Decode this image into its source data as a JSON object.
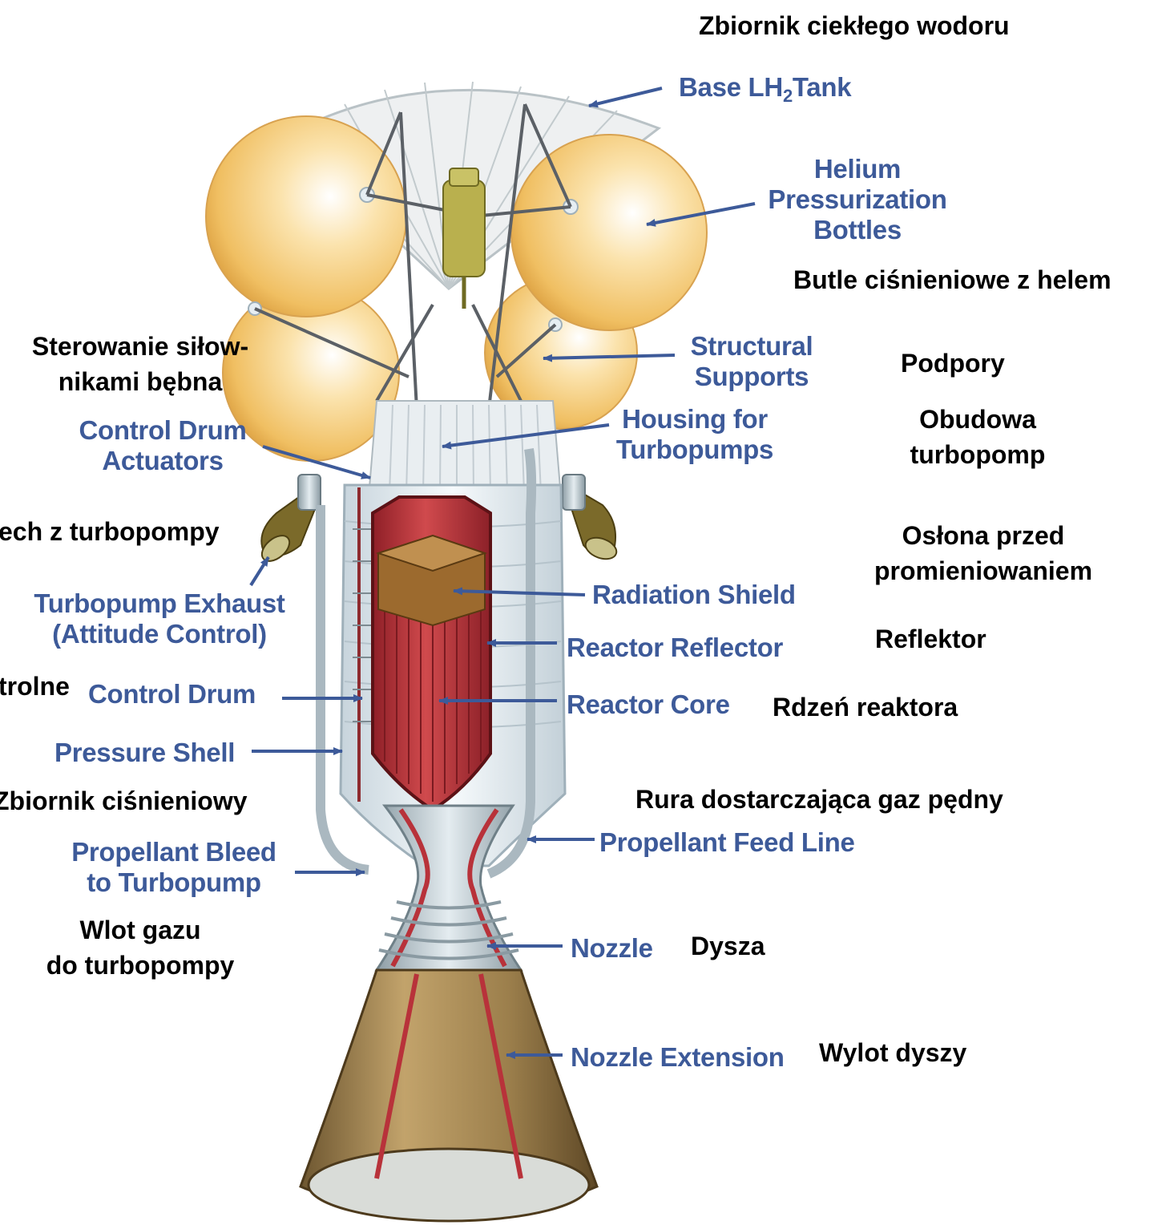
{
  "diagram": {
    "english_labels": {
      "base_tank_prefix": "Base LH",
      "base_tank_sub": "2",
      "base_tank_suffix": "Tank",
      "helium_bottles": [
        "Helium",
        "Pressurization",
        "Bottles"
      ],
      "structural_supports": [
        "Structural",
        "Supports"
      ],
      "housing_turbopumps": [
        "Housing for",
        "Turbopumps"
      ],
      "control_drum_actuators": [
        "Control Drum",
        "Actuators"
      ],
      "turbopump_exhaust": [
        "Turbopump Exhaust",
        "(Attitude Control)"
      ],
      "radiation_shield": "Radiation Shield",
      "reactor_reflector": "Reactor Reflector",
      "reactor_core": "Reactor Core",
      "control_drum": "Control Drum",
      "pressure_shell": "Pressure Shell",
      "propellant_feed_line": "Propellant Feed Line",
      "propellant_bleed": [
        "Propellant Bleed",
        "to Turbopump"
      ],
      "nozzle": "Nozzle",
      "nozzle_extension": "Nozzle Extension"
    },
    "polish_labels": {
      "lh2_tank": "Zbiornik ciekłego wodoru",
      "helium_bottles": "Butle ciśnieniowe z helem",
      "supports": "Podpory",
      "housing": [
        "Obudowa",
        "turbopomp"
      ],
      "drum_actuators": [
        "Sterowanie siłow-",
        "nikami bębna"
      ],
      "exhaust": "ech z turbopompy",
      "shield": [
        "Osłona przed",
        "promieniowaniem"
      ],
      "reflector": "Reflektor",
      "core": "Rdzeń reaktora",
      "control_drums": "trolne",
      "pressure_tank": "Zbiornik ciśnieniowy",
      "feed_line": "Rura dostarczająca gaz pędny",
      "bleed_inlet": [
        "Wlot gazu",
        "do turbopompy"
      ],
      "nozzle": "Dysza",
      "nozzle_exit": "Wylot dyszy"
    },
    "colors": {
      "english_label": "#3d5a99",
      "polish_label": "#000000",
      "arrow": "#3d5a99",
      "reactor_core": "#b8323a",
      "radiation_shield": "#9c6a2e",
      "helium_bottle": "#f3c979",
      "nozzle_extension": "#a08655",
      "pressure_shell": "#e6eef2"
    }
  }
}
